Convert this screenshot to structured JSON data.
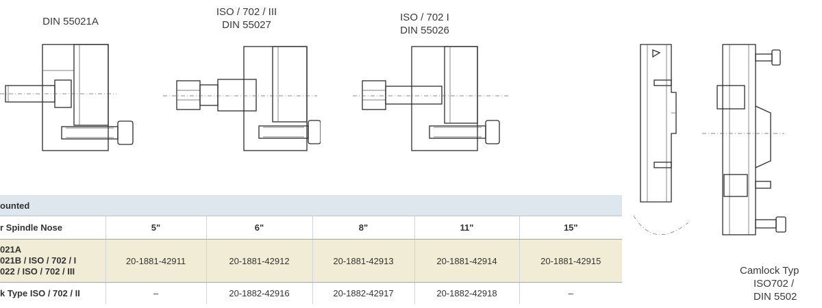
{
  "captions": {
    "din55021a": "DIN 55021A",
    "iso702iii_line1": "ISO / 702 / III",
    "iso702iii_line2": "DIN 55027",
    "iso702i_line1": "ISO / 702 I",
    "iso702i_line2": "DIN 55026",
    "camlock_line1": "Camlock Typ",
    "camlock_line2": "ISO702 /",
    "camlock_line3": "DIN 5502"
  },
  "table": {
    "section_title": "ounted",
    "header_label": "r Spindle Nose",
    "sizes": [
      "5\"",
      "6\"",
      "8\"",
      "11\"",
      "15\""
    ],
    "rows": [
      {
        "label_lines": [
          "021A",
          "021B / ISO / 702 / I",
          "022 / ISO / 702 / III"
        ],
        "values": [
          "20-1881-42911",
          "20-1881-42912",
          "20-1881-42913",
          "20-1881-42914",
          "20-1881-42915"
        ]
      },
      {
        "label_lines": [
          "k Type ISO / 702 / II"
        ],
        "values": [
          "–",
          "20-1882-42916",
          "20-1882-42917",
          "20-1882-42918",
          "–"
        ]
      }
    ]
  },
  "colors": {
    "section_bg": "#dfe7ee",
    "highlight_row_bg": "#f1ecd6"
  }
}
